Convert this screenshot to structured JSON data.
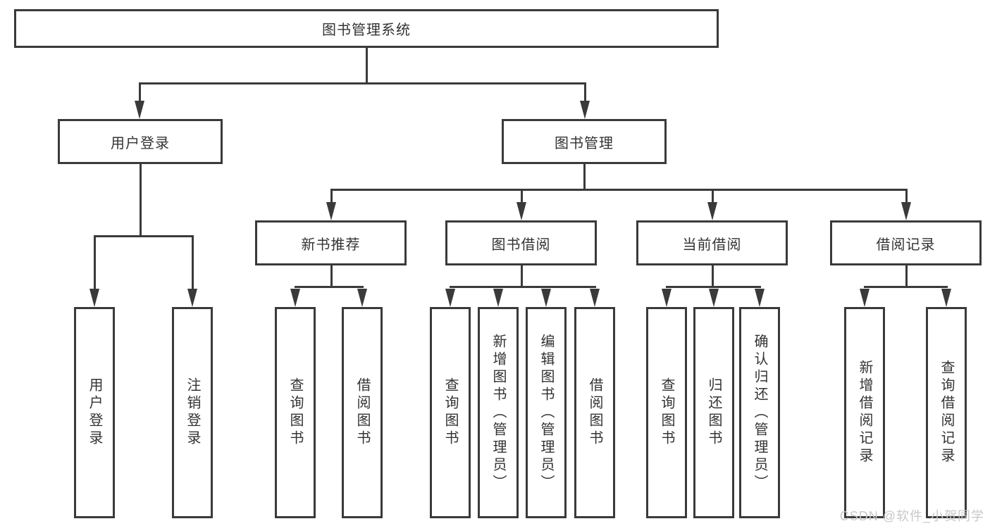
{
  "tree": {
    "label": "图书管理系统",
    "children": [
      {
        "label": "用户登录",
        "children": [
          {
            "label": "用户登录"
          },
          {
            "label": "注销登录"
          }
        ]
      },
      {
        "label": "图书管理",
        "children": [
          {
            "label": "新书推荐",
            "children": [
              {
                "label": "查询图书"
              },
              {
                "label": "借阅图书"
              }
            ]
          },
          {
            "label": "图书借阅",
            "children": [
              {
                "label": "查询图书"
              },
              {
                "label": "新增图书（管理员）"
              },
              {
                "label": "编辑图书（管理员）"
              },
              {
                "label": "借阅图书"
              }
            ]
          },
          {
            "label": "当前借阅",
            "children": [
              {
                "label": "查询图书"
              },
              {
                "label": "归还图书"
              },
              {
                "label": "确认归还（管理员）"
              }
            ]
          },
          {
            "label": "借阅记录",
            "children": [
              {
                "label": "新增借阅记录"
              },
              {
                "label": "查询借阅记录"
              }
            ]
          }
        ]
      }
    ]
  },
  "watermark": "CSDN @软件_小贺同学",
  "colors": {
    "line": "#3a3a3a",
    "text": "#333333",
    "background": "#ffffff",
    "watermark": "#c8c8c8"
  }
}
